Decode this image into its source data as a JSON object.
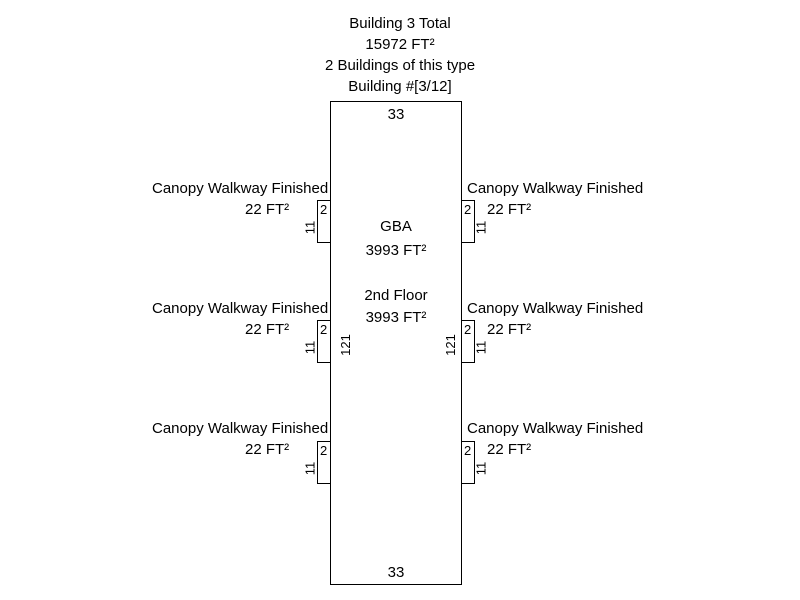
{
  "colors": {
    "background": "#ffffff",
    "line": "#000000",
    "text": "#000000"
  },
  "header": {
    "title": "Building 3 Total",
    "total_area": "15972 FT²",
    "building_count": "2 Buildings of this type",
    "building_number": "Building #[3/12]"
  },
  "building": {
    "top_dim": "33",
    "bottom_dim": "33",
    "left_dim": "121",
    "right_dim": "121",
    "gba_label": "GBA",
    "gba_area": "3993 FT²",
    "floor_label": "2nd Floor",
    "floor_area": "3993 FT²"
  },
  "canopies": [
    {
      "side": "left",
      "row": 1,
      "label": "Canopy Walkway Finished",
      "area": "22 FT²",
      "width_dim": "2",
      "height_dim": "11"
    },
    {
      "side": "right",
      "row": 1,
      "label": "Canopy Walkway Finished",
      "area": "22 FT²",
      "width_dim": "2",
      "height_dim": "11"
    },
    {
      "side": "left",
      "row": 2,
      "label": "Canopy Walkway Finished",
      "area": "22 FT²",
      "width_dim": "2",
      "height_dim": "11"
    },
    {
      "side": "right",
      "row": 2,
      "label": "Canopy Walkway Finished",
      "area": "22 FT²",
      "width_dim": "2",
      "height_dim": "11"
    },
    {
      "side": "left",
      "row": 3,
      "label": "Canopy Walkway Finished",
      "area": "22 FT²",
      "width_dim": "2",
      "height_dim": "11"
    },
    {
      "side": "right",
      "row": 3,
      "label": "Canopy Walkway Finished",
      "area": "22 FT²",
      "width_dim": "2",
      "height_dim": "11"
    }
  ]
}
